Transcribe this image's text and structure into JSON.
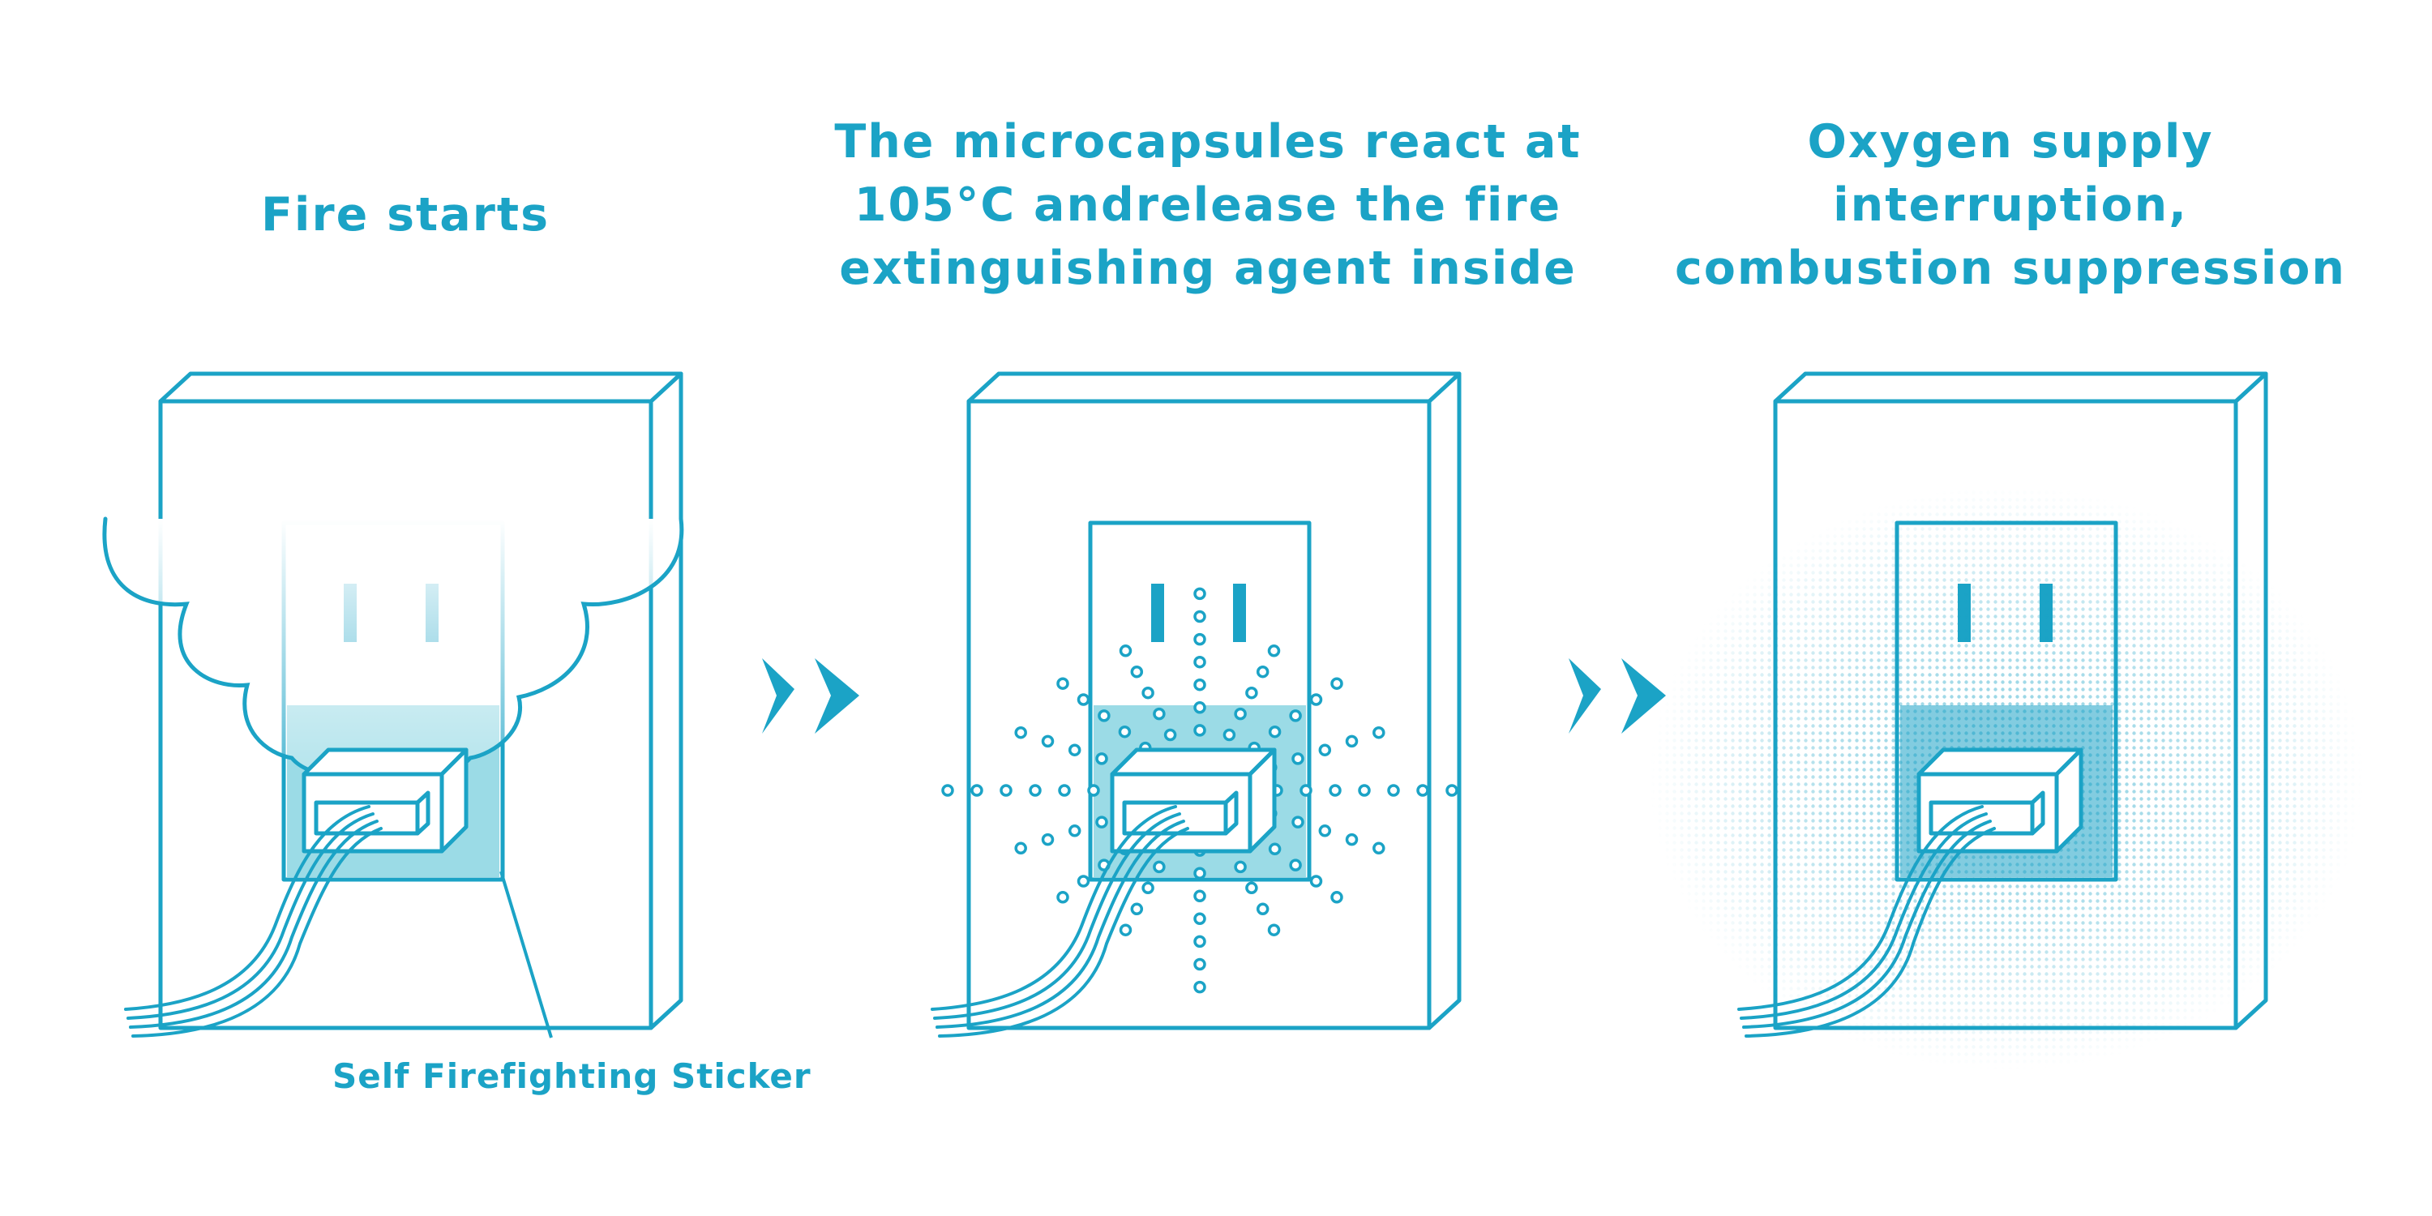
{
  "colors": {
    "accent": "#1ba3c6",
    "sticker_fill": "#9bdbe6",
    "background": "#ffffff"
  },
  "steps": [
    {
      "title_lines": [
        "Fire starts"
      ]
    },
    {
      "title_lines": [
        "The microcapsules react at",
        "105°C andrelease the fire",
        "extinguishing agent inside"
      ]
    },
    {
      "title_lines": [
        "Oxygen supply",
        "interruption,",
        "combustion suppression"
      ]
    }
  ],
  "sticker_label": "Self Firefighting Sticker",
  "icons": [
    "wall-outlet-icon",
    "plug-icon",
    "power-cord-icon",
    "smoke-cloud-icon",
    "double-chevron-right-icon",
    "capsule-dot-icon",
    "halftone-mist-icon"
  ]
}
